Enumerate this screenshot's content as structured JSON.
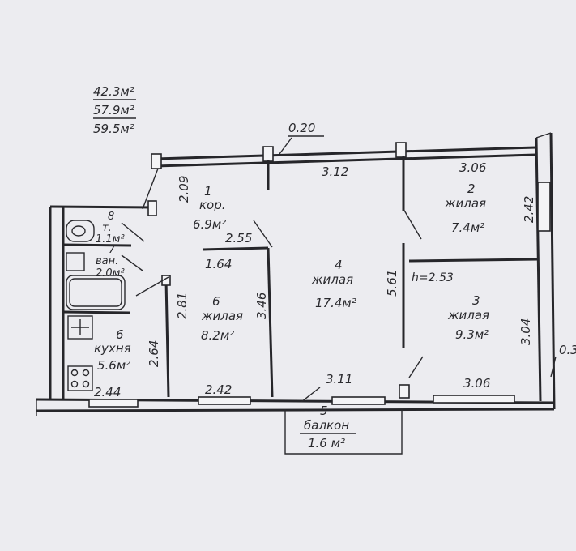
{
  "area_summary": {
    "living": "42.3м²",
    "useful": "57.9м²",
    "total": "59.5м²"
  },
  "dimensions": {
    "d_0_20_top": "0.20",
    "d_3_12": "3.12",
    "d_3_06_top": "3.06",
    "d_2_09": "2.09",
    "d_2_42_right": "2.42",
    "d_2_55": "2.55",
    "d_1_64": "1.64",
    "d_5_61": "5.61",
    "ceiling_height": "h=2.53",
    "d_2_81": "2.81",
    "d_3_46": "3.46",
    "d_2_64": "2.64",
    "d_3_04": "3.04",
    "d_3_11": "3.11",
    "d_2_44": "2.44",
    "d_2_42_bottom": "2.42",
    "d_3_06_bottom": "3.06",
    "d_0_3_edge": "0.3"
  },
  "rooms": [
    {
      "id": "corridor",
      "number": "1",
      "name": "кор.",
      "area": "6.9м²"
    },
    {
      "id": "room2",
      "number": "2",
      "name": "жилая",
      "area": "7.4м²"
    },
    {
      "id": "room3",
      "number": "3",
      "name": "жилая",
      "area": "9.3м²"
    },
    {
      "id": "room4",
      "number": "4",
      "name": "жилая",
      "area": "17.4м²"
    },
    {
      "id": "balcony",
      "number": "5",
      "name": "балкон",
      "area": "1.6 м²"
    },
    {
      "id": "room6",
      "number": "6",
      "name": "жилая",
      "area": "8.2м²"
    },
    {
      "id": "kitchen",
      "number": "6",
      "name": "кухня",
      "area": "5.6м²"
    },
    {
      "id": "wc",
      "number": "8",
      "name": "т.",
      "area": "1.1м²"
    },
    {
      "id": "bath",
      "number": "7",
      "name": "ван.",
      "area": "2.0м²"
    }
  ],
  "colors": {
    "background": "#ececf0",
    "ink": "#26262a",
    "paper": "#f4f4f6"
  }
}
